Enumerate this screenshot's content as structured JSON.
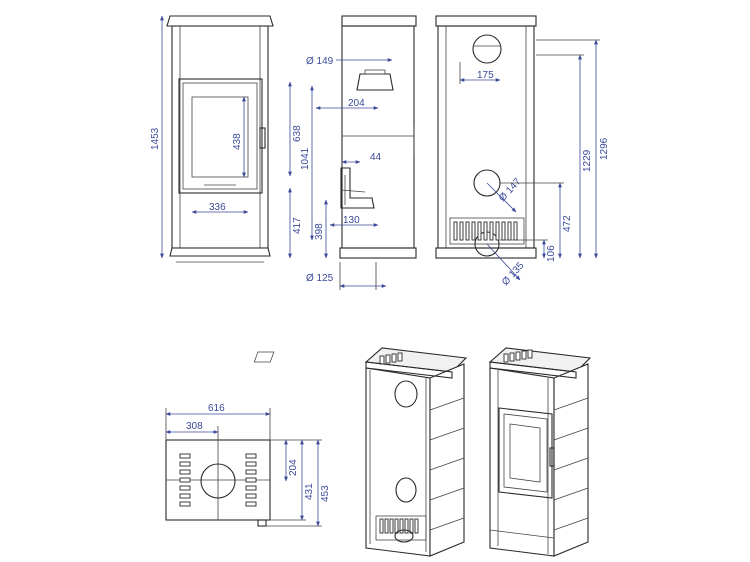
{
  "dimensions": {
    "height_total": "1453",
    "door_height": "438",
    "door_width": "336",
    "door_offset_top": "638",
    "floor_to_door": "417",
    "pipe_top_diameter": "Ø 149",
    "pipe_top_offset": "204",
    "height_to_axis": "1041",
    "handle_depth": "44",
    "bottom_offset": "398",
    "bottom_depth": "130",
    "air_inlet_diameter": "Ø 125",
    "top_outlet_offset": "175",
    "rear_height_1": "1296",
    "rear_height_2": "1229",
    "rear_outlet_diameter": "Ø 147",
    "rear_height_3": "472",
    "rear_height_4": "106",
    "rear_bottom_diameter": "Ø 135",
    "base_width": "616",
    "base_half": "308",
    "base_depth_1": "204",
    "base_depth_2": "431",
    "base_depth_3": "453"
  }
}
